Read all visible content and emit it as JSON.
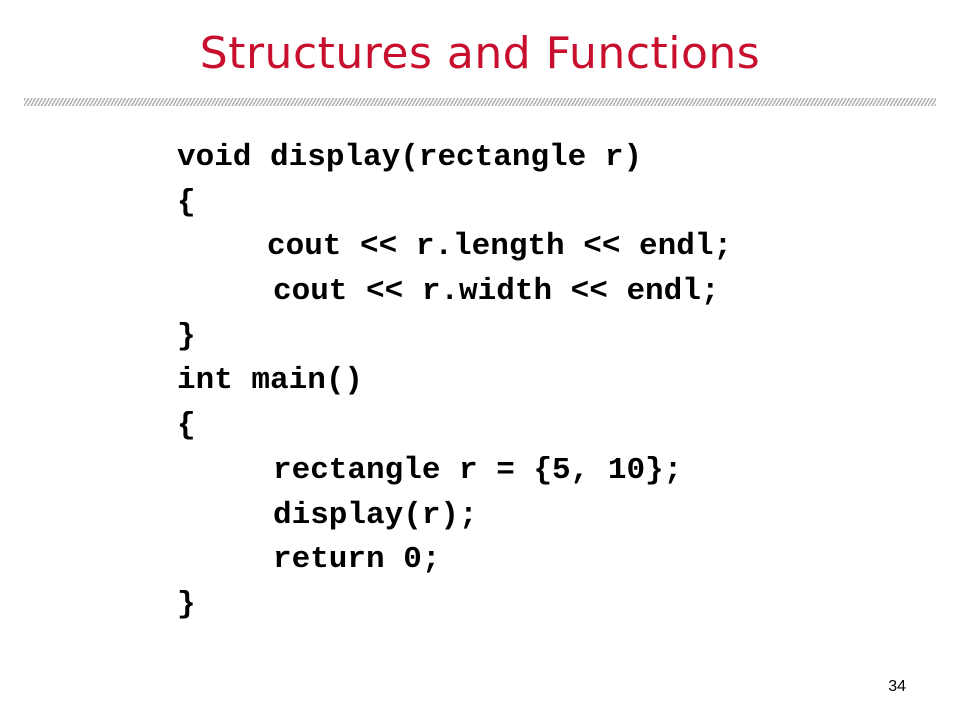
{
  "slide": {
    "title": "Structures and Functions",
    "page_number": "34"
  },
  "code": {
    "lines": [
      "void display(rectangle r)",
      "{",
      "cout << r.length << endl;",
      "cout << r.width << endl;",
      "}",
      "int main()",
      "{",
      "rectangle r = {5, 10};",
      "display(r);",
      "return 0;",
      "}"
    ]
  },
  "colors": {
    "title": "#c8102e",
    "code": "#000000",
    "rule": "#b0b0b0"
  }
}
